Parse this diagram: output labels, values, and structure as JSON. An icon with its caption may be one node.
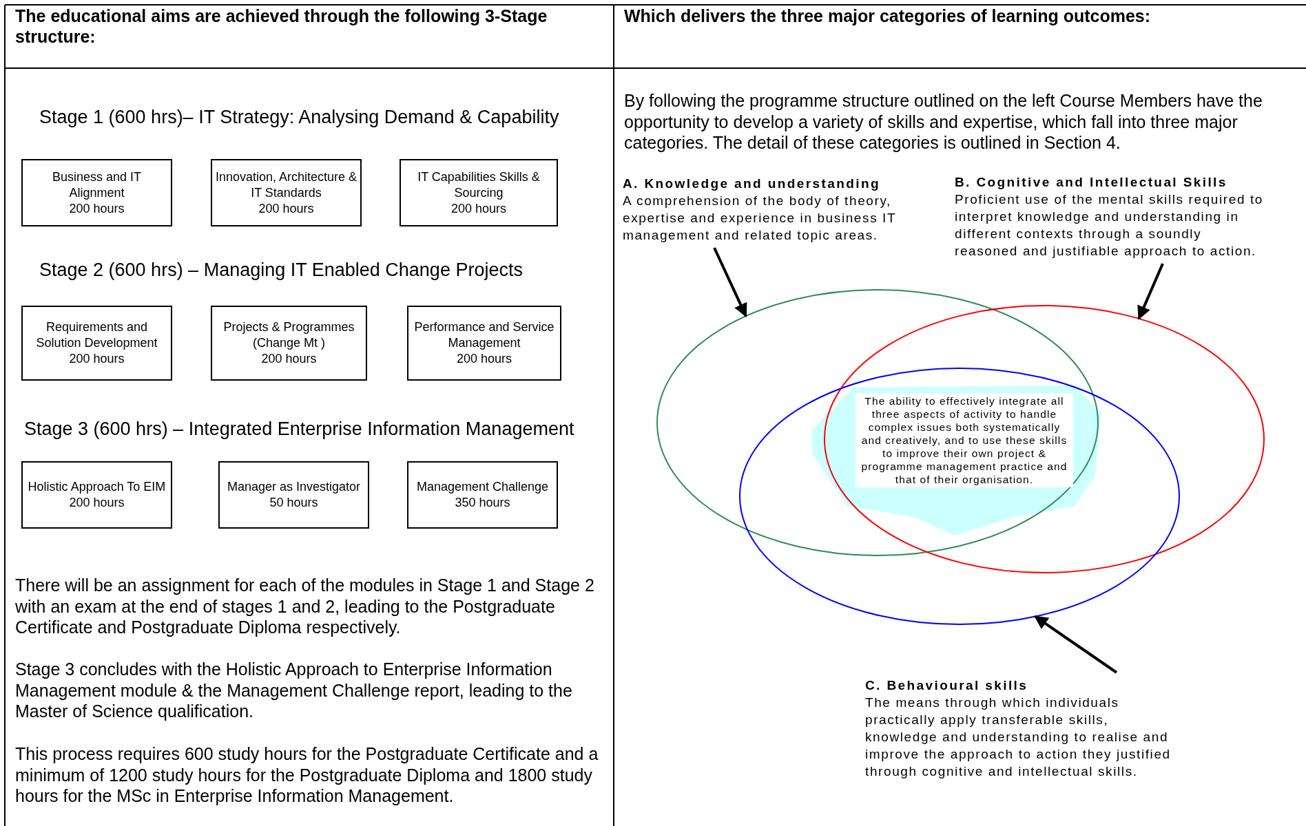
{
  "diagram": {
    "nodes": [
      {
        "text": [
          "Business and IT Alignment",
          "200 hours"
        ]
      },
      {
        "text": [
          "Innovation, Architecture & IT Standards",
          "200 hours"
        ]
      },
      {
        "text": [
          "IT Capabilities Skills & Sourcing",
          "200 hours"
        ]
      },
      {
        "text": [
          "Requirements and Solution Development",
          "200 hours"
        ]
      },
      {
        "text": [
          "Projects & Programmes (Change Mt )",
          "200 hours"
        ]
      },
      {
        "text": [
          "Performance and Service Management",
          "200 hours"
        ]
      },
      {
        "text": [
          "Holistic Approach To EIM",
          "200 hours"
        ]
      },
      {
        "text": [
          "Manager as Investigator",
          "50 hours"
        ]
      },
      {
        "text": [
          "Management Challenge",
          "350 hours"
        ]
      },
      {
        "text": [
          "A. Knowledge and understanding",
          "A comprehension of the body of theory, expertise and experience in business IT management and related topic areas."
        ]
      },
      {
        "text": [
          "B. Cognitive and Intellectual Skills",
          "Proficient use of the mental skills required to interpret knowledge and understanding in different contexts through a soundly reasoned and justifiable approach to action."
        ]
      },
      {
        "text": [],
        "shape": "ellipse"
      },
      {
        "text": [],
        "shape": "ellipse"
      },
      {
        "text": [],
        "shape": "ellipse"
      },
      {
        "text": [
          "The ability to effectively integrate all three aspects of activity to handle complex issues both systematically and creatively, and to use these skills to improve their own project & programme management practice and that of their organisation."
        ]
      },
      {
        "text": [
          "C. Behavioural skills",
          "The means through which individuals practically apply transferable skills, knowledge and understanding to realise and improve the approach to action they justified through cognitive and intellectual skills."
        ]
      }
    ],
    "edges": [
      {
        "from": 9,
        "to": 11,
        "arrow": "to"
      },
      {
        "from": 10,
        "to": 12,
        "arrow": "to"
      },
      {
        "from": 15,
        "to": 13,
        "arrow": "to"
      }
    ],
    "labels": [
      "The educational aims are achieved through the following 3-Stage structure:",
      "Which delivers the three major categories of learning outcomes:",
      "Stage 1 (600 hrs)– IT Strategy: Analysing Demand & Capability",
      "By following the programme structure outlined on the left Course Members have the opportunity to develop a variety of skills and expertise, which fall into three major categories. The detail of these categories is outlined in Section 4.",
      "Stage 2 (600 hrs) – Managing IT Enabled Change Projects",
      "Stage 3 (600 hrs) – Integrated Enterprise Information Management",
      "There will be an assignment for each of the modules in Stage 1 and Stage 2 with an exam at the end of stages 1 and 2, leading to the Postgraduate Certificate and Postgraduate Diploma respectively.",
      "Stage 3 concludes with the Holistic Approach to Enterprise Information Management module & the Management Challenge report, leading to the Master of Science qualification.",
      "This process requires 600 study hours for the Postgraduate Certificate and a minimum of 1200 study hours for the Postgraduate Diploma and 1800 study hours for the MSc in Enterprise Information Management."
    ]
  }
}
